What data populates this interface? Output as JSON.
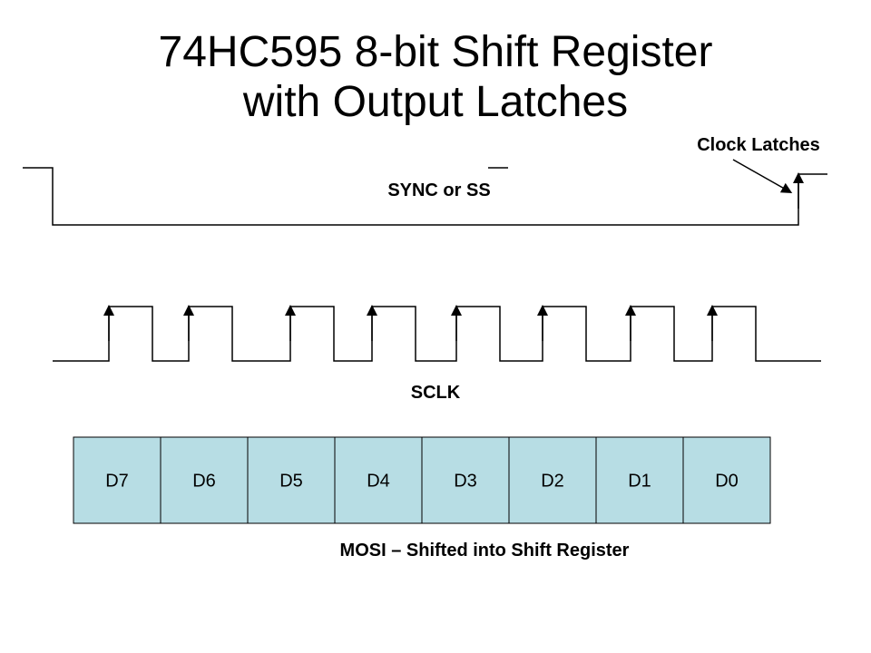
{
  "title": {
    "line1": "74HC595 8-bit Shift Register",
    "line2": "with Output Latches"
  },
  "labels": {
    "clock_latches": "Clock Latches",
    "sync": "SYNC or SS",
    "sclk": "SCLK",
    "mosi": "MOSI – Shifted into Shift Register"
  },
  "register_bits": [
    "D7",
    "D6",
    "D5",
    "D4",
    "D3",
    "D2",
    "D1",
    "D0"
  ],
  "sclk_pulse_count": 8,
  "colors": {
    "cell_fill": "#b7dde4",
    "stroke": "#000000"
  }
}
